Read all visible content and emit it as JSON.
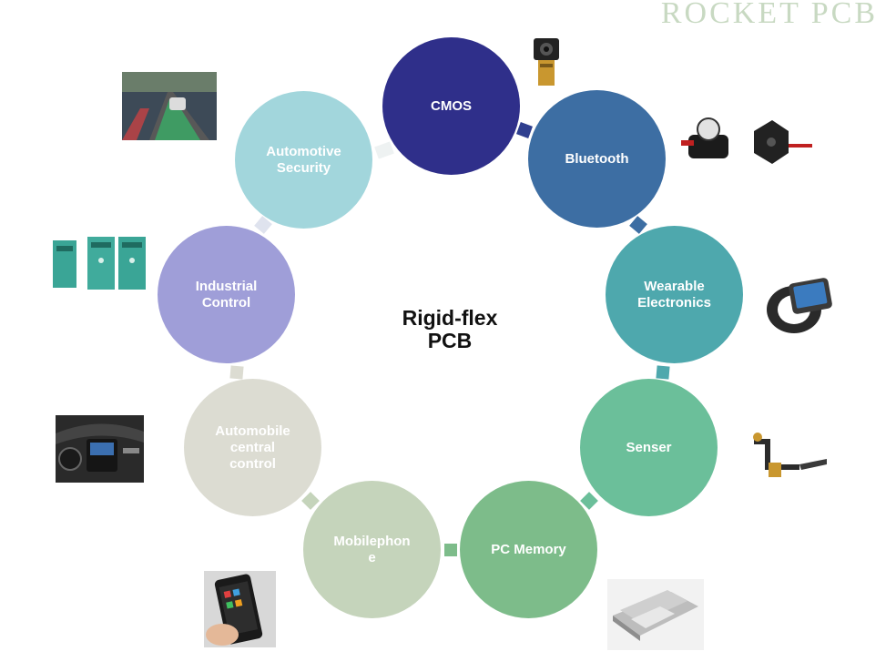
{
  "watermark": "ROCKET PCB",
  "center_title": "Rigid-flex\nPCB",
  "nodes": [
    {
      "label": "CMOS",
      "color": "#2f2f8a",
      "image": "camera-module-image"
    },
    {
      "label": "Bluetooth",
      "color": "#3d6ea3",
      "image": "bluetooth-headset-image"
    },
    {
      "label": "Wearable\nElectronics",
      "color": "#4ea8ad",
      "image": "smartwatch-image"
    },
    {
      "label": "Senser",
      "color": "#6bbf9a",
      "image": "flex-sensor-image"
    },
    {
      "label": "PC  Memory",
      "color": "#7dbc8a",
      "image": "ssd-image"
    },
    {
      "label": "Mobilephon\ne",
      "color": "#c5d4bb",
      "image": "mobile-phone-image"
    },
    {
      "label": "Automobile\ncentral\ncontrol",
      "color": "#dcdcd2",
      "image": "car-dashboard-image"
    },
    {
      "label": "Industrial\nControl",
      "color": "#9f9ed8",
      "image": "industrial-modules-image"
    },
    {
      "label": "Automotive\nSecurity",
      "color": "#a2d6dc",
      "image": "car-road-image"
    }
  ]
}
